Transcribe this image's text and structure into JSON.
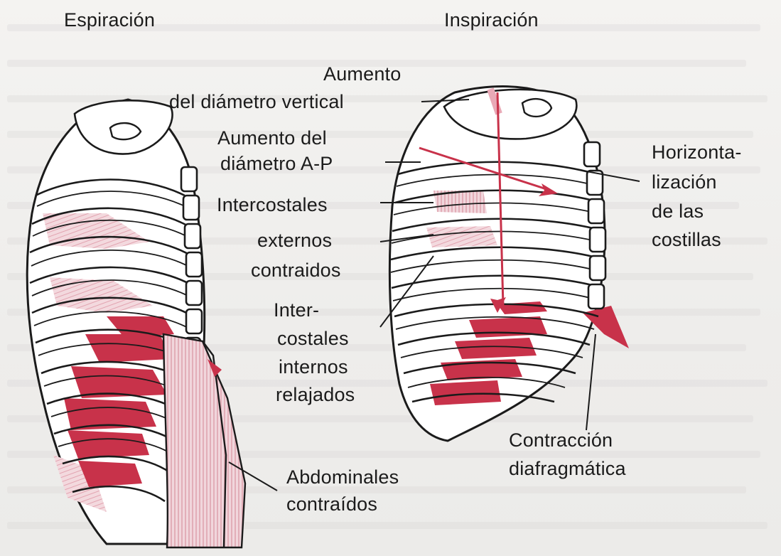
{
  "headings": {
    "expiration": "Espiración",
    "inspiration": "Inspiración"
  },
  "labels": {
    "vertical_diameter_l1": "Aumento",
    "vertical_diameter_l2": "del diámetro vertical",
    "ap_diameter_l1": "Aumento del",
    "ap_diameter_l2": "diámetro A-P",
    "ext_intercostals_l1": "Intercostales",
    "ext_intercostals_l2": "externos",
    "ext_intercostals_l3": "contraidos",
    "int_intercostals_l1": "Inter-",
    "int_intercostals_l2": "costales",
    "int_intercostals_l3": "internos",
    "int_intercostals_l4": "relajados",
    "abdominals_l1": "Abdominales",
    "abdominals_l2": "contraídos",
    "ribs_l1": "Horizonta-",
    "ribs_l2": "lización",
    "ribs_l3": "de las",
    "ribs_l4": "costillas",
    "diaphragm_l1": "Contracción",
    "diaphragm_l2": "diafragmática"
  },
  "colors": {
    "muscle_red": "#c8324a",
    "muscle_light": "#e9a9b6",
    "ink": "#1b1b1b",
    "paper": "#f2f1ef"
  }
}
